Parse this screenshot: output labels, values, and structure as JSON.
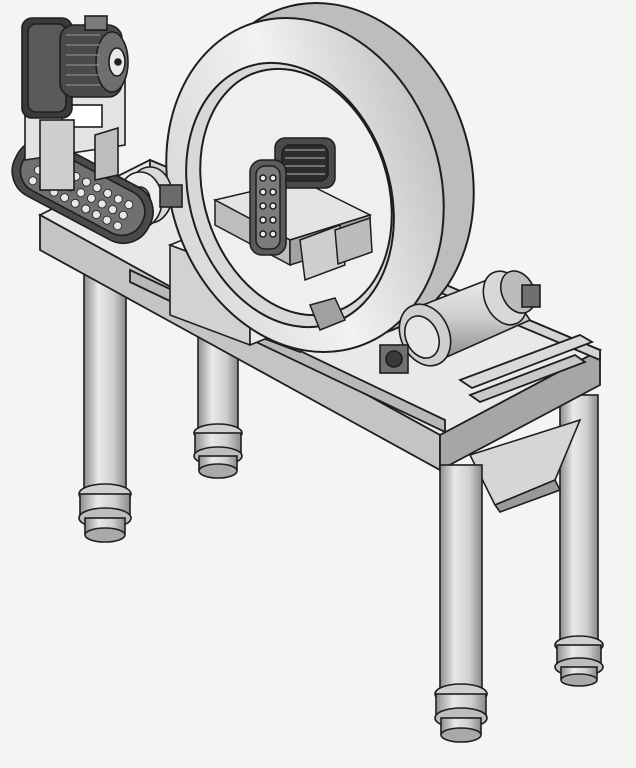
{
  "figure": {
    "kind": "isometric CAD rendering of a machine on a steel frame with four legs",
    "palette": {
      "background": "#f4f4f2",
      "metal_light": "#e6e6e6",
      "metal_mid": "#c9c9c9",
      "metal_dark": "#8c8c8c",
      "outline": "#1e1e1e",
      "motor": "#3a3a3a"
    },
    "components": [
      "drive-motor",
      "chain-guard",
      "drive-pulley",
      "large-ring-wheel",
      "center-gearbox-assembly",
      "roller-drum",
      "frame-beam",
      "chute",
      "leg-front-left",
      "leg-middle-left",
      "leg-front-right",
      "leg-rear-right"
    ]
  }
}
